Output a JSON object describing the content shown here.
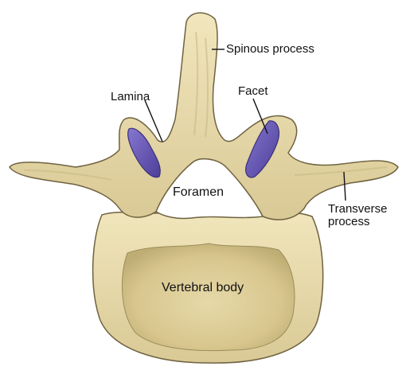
{
  "labels": {
    "spinous_process": "Spinous process",
    "lamina": "Lamina",
    "facet": "Facet",
    "foramen": "Foramen",
    "transverse_line1": "Transverse",
    "transverse_line2": "process",
    "vertebral_body": "Vertebral body"
  },
  "colors": {
    "bone": "#e8dcae",
    "bone_shadow": "#c9b982",
    "bone_outline": "#6f6240",
    "cartilage_facet": "#6a5bb5",
    "body_center": "#dccc96",
    "leader_line": "#111111"
  }
}
